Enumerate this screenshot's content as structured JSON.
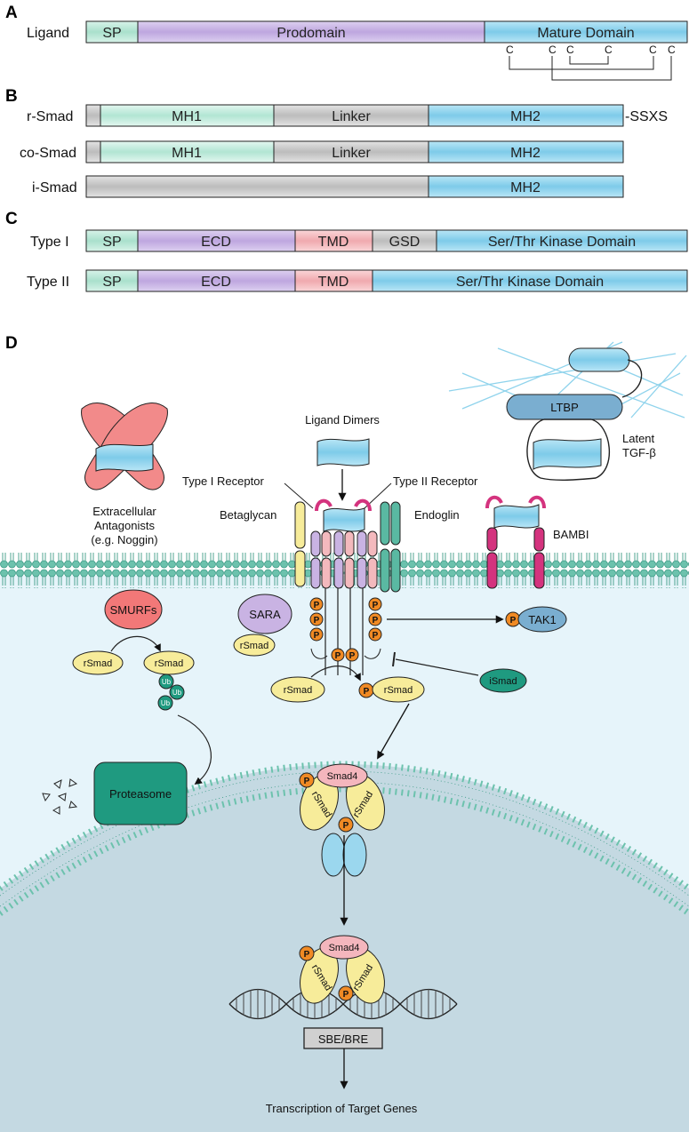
{
  "panels": {
    "a": "A",
    "b": "B",
    "c": "C",
    "d": "D"
  },
  "panel_a": {
    "row_label": "Ligand",
    "domains": [
      "SP",
      "Prodomain",
      "Mature Domain"
    ],
    "cysteine_label": "C"
  },
  "panel_b": {
    "rows": [
      {
        "label": "r-Smad",
        "domains": [
          "MH1",
          "Linker",
          "MH2"
        ],
        "suffix": "-SSXS"
      },
      {
        "label": "co-Smad",
        "domains": [
          "MH1",
          "Linker",
          "MH2"
        ]
      },
      {
        "label": "i-Smad",
        "domains": [
          "MH2"
        ]
      }
    ]
  },
  "panel_c": {
    "rows": [
      {
        "label": "Type I",
        "domains": [
          "SP",
          "ECD",
          "TMD",
          "GSD",
          "Ser/Thr Kinase Domain"
        ]
      },
      {
        "label": "Type II",
        "domains": [
          "SP",
          "ECD",
          "TMD",
          "Ser/Thr Kinase Domain"
        ]
      }
    ]
  },
  "panel_d": {
    "extracellular_antagonists": [
      "Extracellular",
      "Antagonists",
      "(e.g. Noggin)"
    ],
    "ligand_dimers": "Ligand Dimers",
    "type1_receptor": "Type I Receptor",
    "type2_receptor": "Type II Receptor",
    "betaglycan": "Betaglycan",
    "endoglin": "Endoglin",
    "ltbp": "LTBP",
    "latent_tgfb": [
      "Latent",
      "TGF-β"
    ],
    "bambi": "BAMBI",
    "sara": "SARA",
    "rsmad": "rSmad",
    "ismad": "iSmad",
    "smad4": "Smad4",
    "smurfs": "SMURFs",
    "ub": "Ub",
    "proteasome": "Proteasome",
    "tak1": "TAK1",
    "p": "P",
    "sbe_bre": "SBE/BRE",
    "transcription": "Transcription of Target Genes"
  },
  "colors": {
    "sp": "#b6e6d6",
    "prodomain": "#c9b3e3",
    "mature": "#8fd3ec",
    "linker": "#c9c9c9",
    "tmd": "#f3b9bd",
    "cytoplasm": "#e6f4fa",
    "nucleus": "#c4d9e2",
    "membrane": "#6cc2ad",
    "phospho": "#f08a24",
    "rsmad": "#f7ec9a",
    "smad4": "#f4b6bd",
    "teal": "#1f9a80",
    "magenta": "#d4337e"
  }
}
